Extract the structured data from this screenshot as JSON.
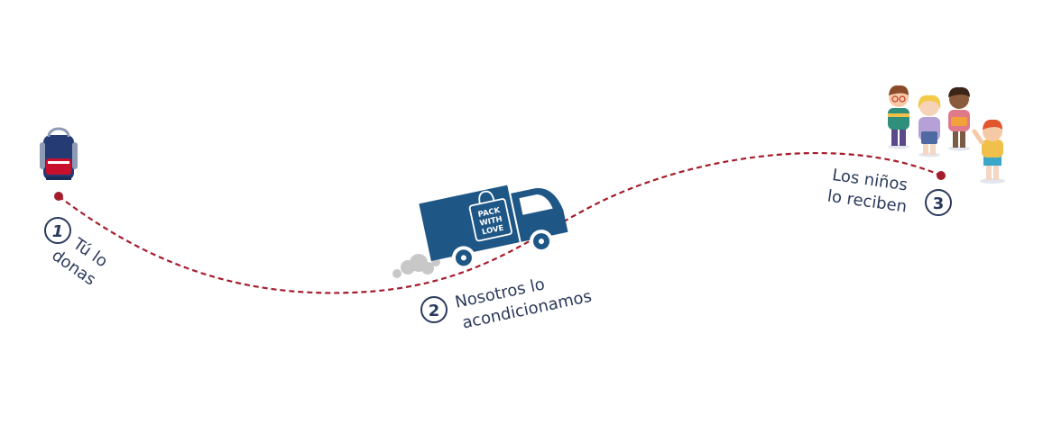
{
  "steps": [
    {
      "number": "1",
      "line1": "Tú lo",
      "line2": "donas"
    },
    {
      "number": "2",
      "line1": "Nosotros lo",
      "line2": "acondicionamos"
    },
    {
      "number": "3",
      "line1": "Los niños",
      "line2": "lo reciben"
    }
  ],
  "truck": {
    "logo_line1": "PACK",
    "logo_line2": "WITH",
    "logo_line3": "LOVE"
  },
  "icons": [
    "backpack-icon",
    "delivery-truck-icon",
    "smoke-cloud-icon",
    "children-group-icon"
  ],
  "colors": {
    "path": "#a51d2d",
    "text": "#2b3a5c",
    "truck": "#1e5686",
    "smoke": "#c8c8c8"
  }
}
